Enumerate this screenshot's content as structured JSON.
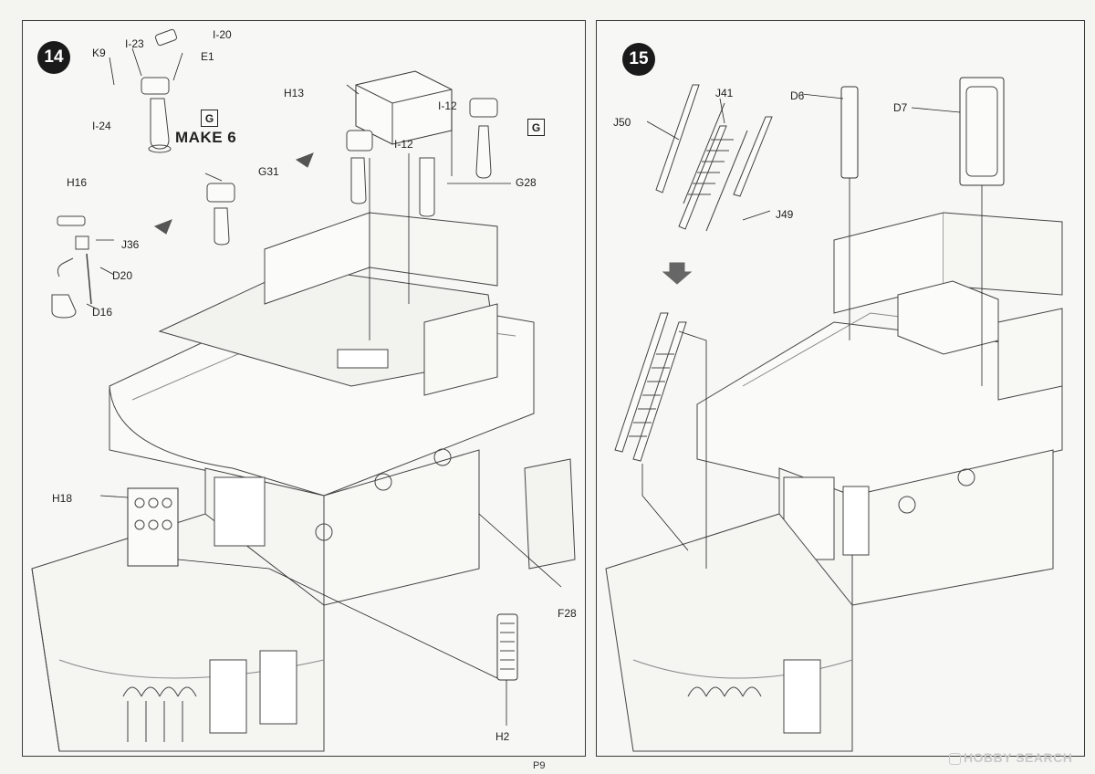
{
  "page": {
    "number": "P9"
  },
  "watermark": {
    "text": "HOBBY SEARCH"
  },
  "step14": {
    "number": "14",
    "make_note": "MAKE 6",
    "callout_g": "G",
    "labels": {
      "k9": "K9",
      "i23": "I-23",
      "i20": "I-20",
      "e1": "E1",
      "i24": "I-24",
      "h13": "H13",
      "i12a": "I-12",
      "i12b": "I-12",
      "g28": "G28",
      "g31": "G31",
      "h16": "H16",
      "j36": "J36",
      "d20": "D20",
      "d16": "D16",
      "h18": "H18",
      "f28": "F28",
      "h2": "H2"
    }
  },
  "step15": {
    "number": "15",
    "labels": {
      "j41": "J41",
      "d6": "D6",
      "d7": "D7",
      "j50": "J50",
      "j49": "J49"
    }
  }
}
